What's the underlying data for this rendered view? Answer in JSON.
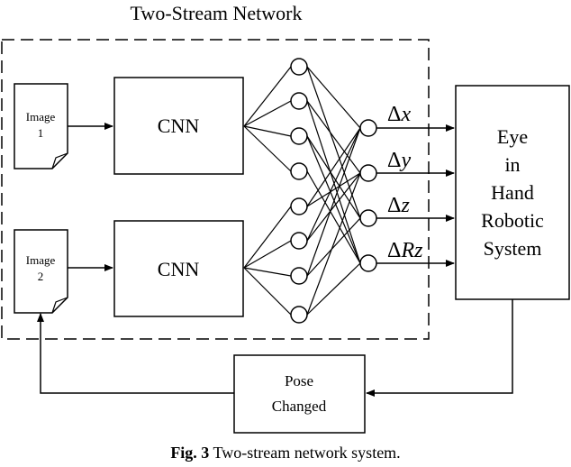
{
  "title": "Two-Stream Network",
  "inputs": [
    {
      "line1": "Image",
      "line2": "1"
    },
    {
      "line1": "Image",
      "line2": "2"
    }
  ],
  "cnn_label": "CNN",
  "outputs": [
    {
      "delta": "Δ",
      "var": "x"
    },
    {
      "delta": "Δ",
      "var": "y"
    },
    {
      "delta": "Δ",
      "var": "z"
    },
    {
      "delta": "Δ",
      "var": "Rz"
    }
  ],
  "system_lines": [
    "Eye",
    "in",
    "Hand",
    "Robotic",
    "System"
  ],
  "pose_lines": [
    "Pose",
    "Changed"
  ],
  "caption": {
    "prefix": "Fig. 3",
    "text": " Two-stream network system."
  }
}
